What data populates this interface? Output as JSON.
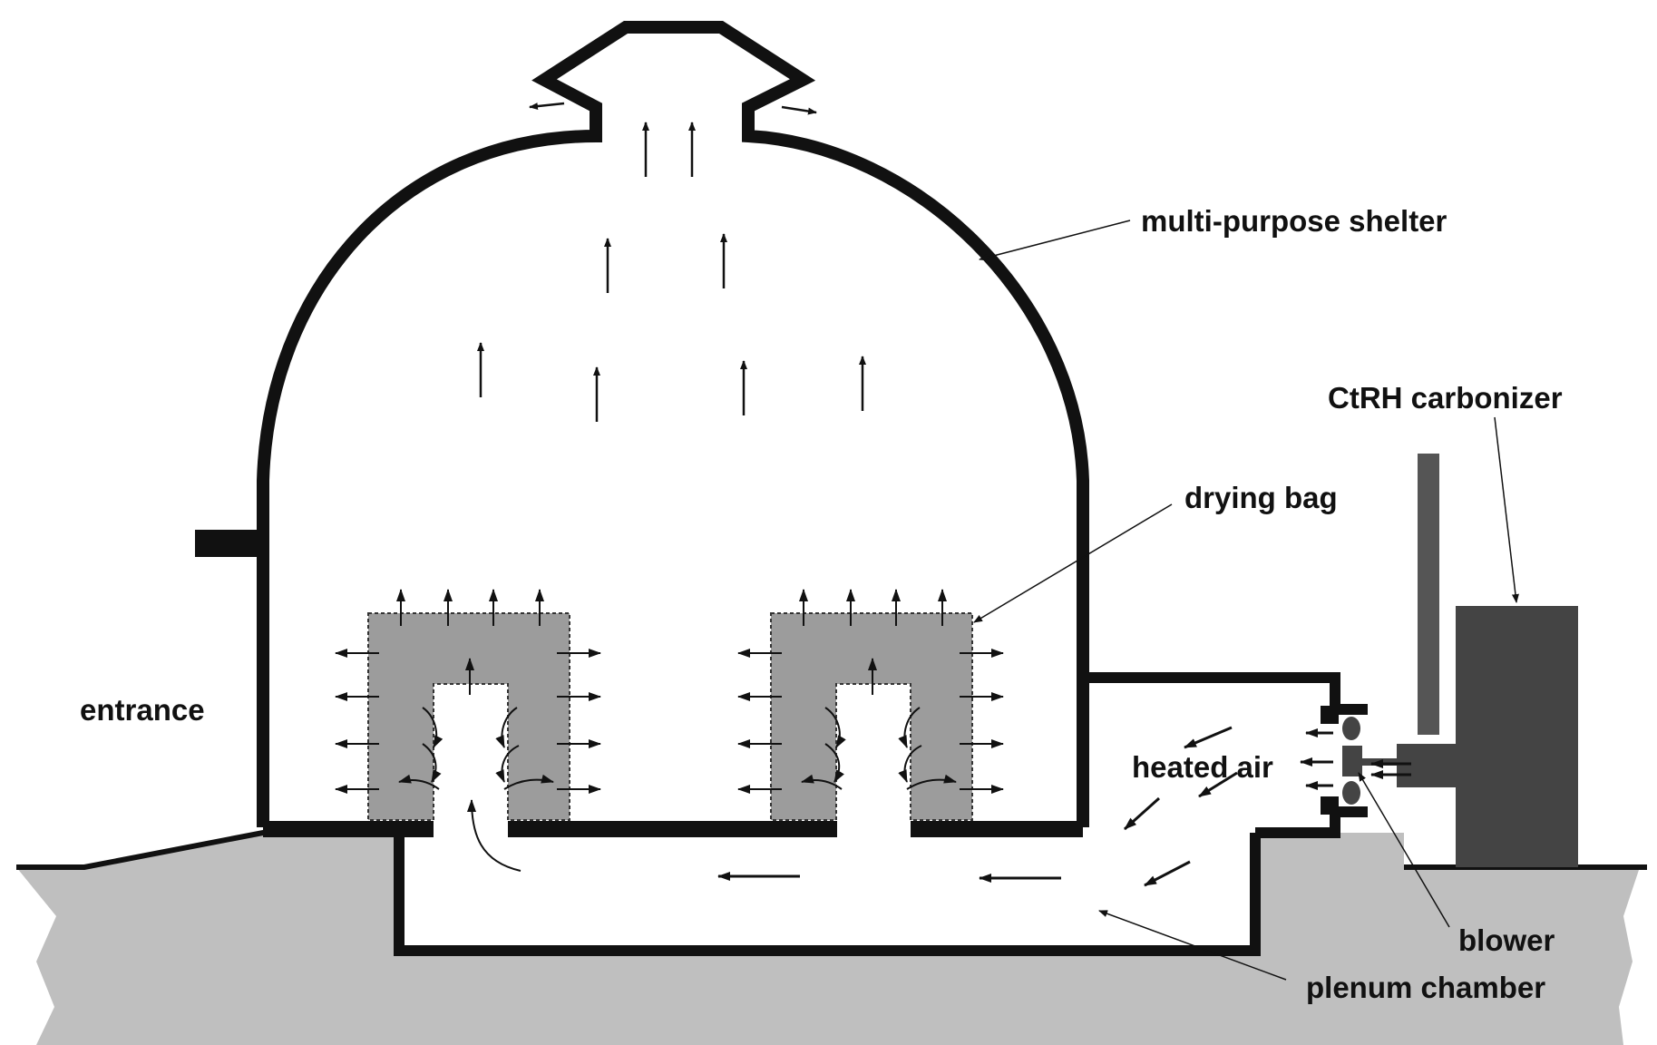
{
  "labels": {
    "shelter": "multi-purpose shelter",
    "carbonizer": "CtRH carbonizer",
    "drying_bag": "drying bag",
    "entrance": "entrance",
    "heated_air": "heated air",
    "blower": "blower",
    "plenum": "plenum chamber"
  },
  "colors": {
    "wall": "#111111",
    "ground": "#bfbfbf",
    "bag": "#9c9c9c",
    "carbonizer": "#444444",
    "chimney": "#555555"
  }
}
